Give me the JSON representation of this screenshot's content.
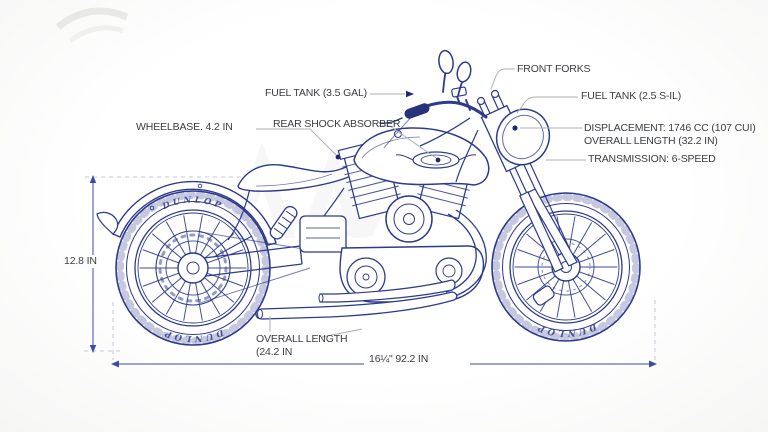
{
  "diagram": {
    "labels": {
      "fuel_tank_gal": "FUEL TANK (3.5 GAL)",
      "front_forks": "FRONT FORKS",
      "fuel_tank_l": "FUEL TANK (2.5 S-IL)",
      "displacement": "DISPLACEMENT: 1746 CC (107 CUI)",
      "overall_length_right": "OVERALL LENGTH (32.2 IN)",
      "transmission": "TRANSMISSION: 6-SPEED",
      "wheelbase": "WHEELBASE. 4.2 IN",
      "rear_shock_absorber": "REAR SHOCK ABSORBER"
    },
    "dimensions": {
      "height": "12.8 IN",
      "length_label_line1": "OVERALL LENGTH",
      "length_label_line2": "(24.2 IN",
      "width": "16¼\" 92.2 IN"
    },
    "tire_brand": "DUNLOP",
    "colors": {
      "line_art": "#2e3a8c",
      "line_dark": "#1d2a6e",
      "label_text": "#3a3d42",
      "leader_line": "#aab0b8",
      "dimension_line": "#3d4da2",
      "background": "#fdfdfd"
    }
  }
}
